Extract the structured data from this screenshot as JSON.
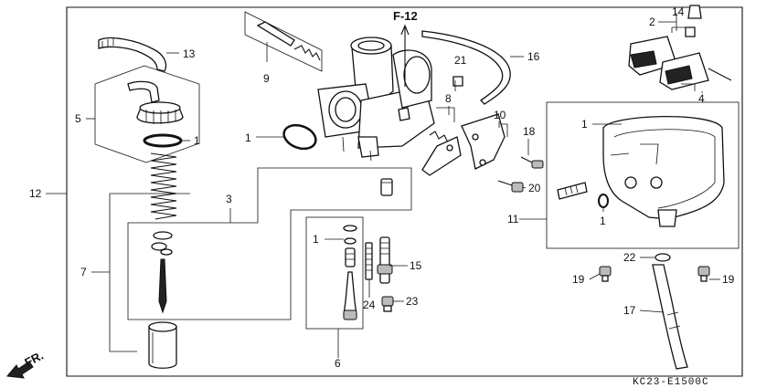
{
  "diagram": {
    "ref_label": "F-12",
    "direction_label": "FR.",
    "drawing_code": "KC23-E1500C",
    "callouts": {
      "c1a": "1",
      "c1b": "1",
      "c1c": "1",
      "c1d": "1",
      "c1e": "1",
      "c2": "2",
      "c3": "3",
      "c4": "4",
      "c5": "5",
      "c6": "6",
      "c7": "7",
      "c8": "8",
      "c9": "9",
      "c10": "10",
      "c11": "11",
      "c12": "12",
      "c13": "13",
      "c14": "14",
      "c15": "15",
      "c16": "16",
      "c17": "17",
      "c18": "18",
      "c19a": "19",
      "c19b": "19",
      "c20": "20",
      "c21": "21",
      "c22": "22",
      "c23": "23",
      "c24": "24"
    }
  }
}
